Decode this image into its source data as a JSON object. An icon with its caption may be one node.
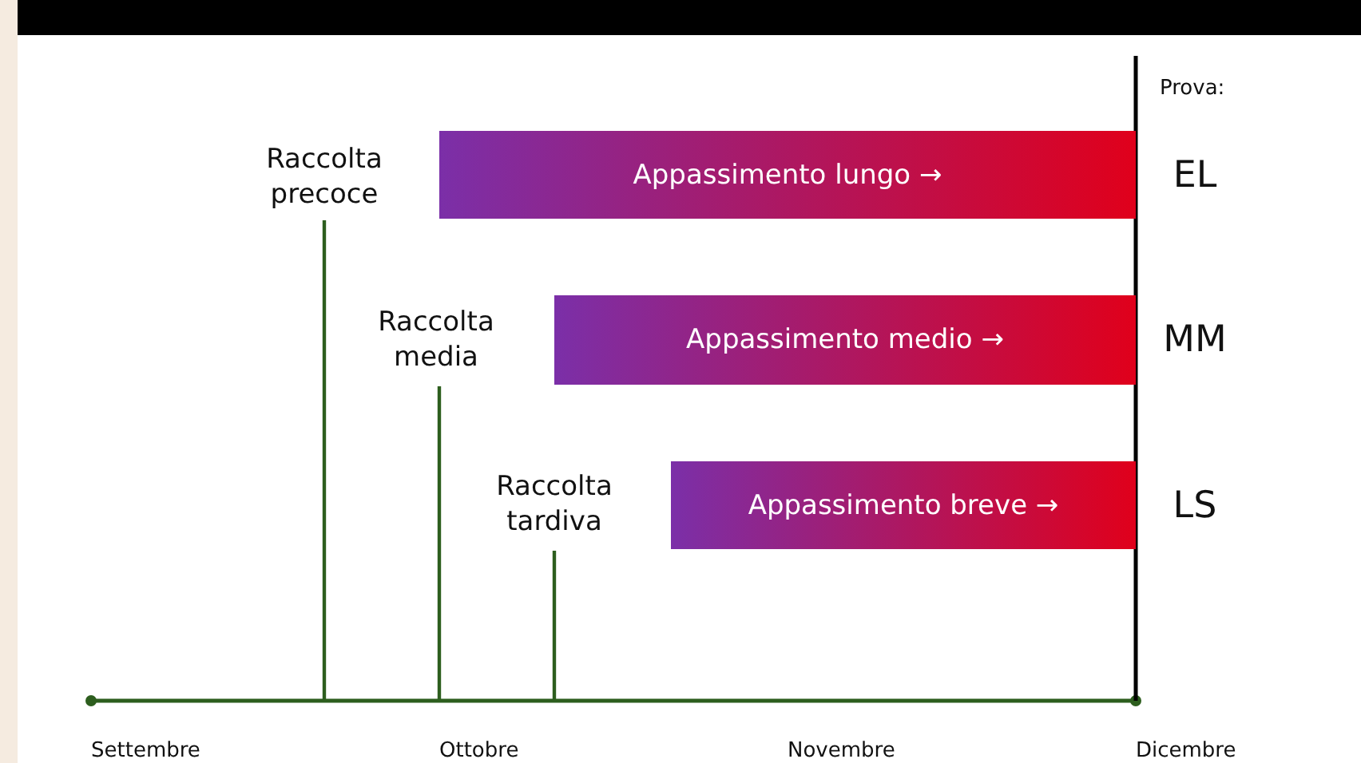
{
  "diagram": {
    "nodes": [
      {
        "text": [
          "Raccolta precoce"
        ]
      },
      {
        "text": [
          "Raccolta media"
        ]
      },
      {
        "text": [
          "Raccolta tardiva"
        ]
      },
      {
        "text": [
          "Appassimento lungo →"
        ]
      },
      {
        "text": [
          "Appassimento medio →"
        ]
      },
      {
        "text": [
          "Appassimento breve →"
        ]
      },
      {
        "text": [
          "EL"
        ]
      },
      {
        "text": [
          "MM"
        ]
      },
      {
        "text": [
          "LS"
        ]
      }
    ],
    "edges": [
      {
        "from": 0,
        "to": null,
        "arrow": "none"
      },
      {
        "from": 1,
        "to": null,
        "arrow": "none"
      },
      {
        "from": 2,
        "to": null,
        "arrow": "none"
      }
    ],
    "labels": [
      "Prova:",
      "Settembre",
      "Ottobre",
      "Novembre",
      "Dicembre"
    ]
  }
}
